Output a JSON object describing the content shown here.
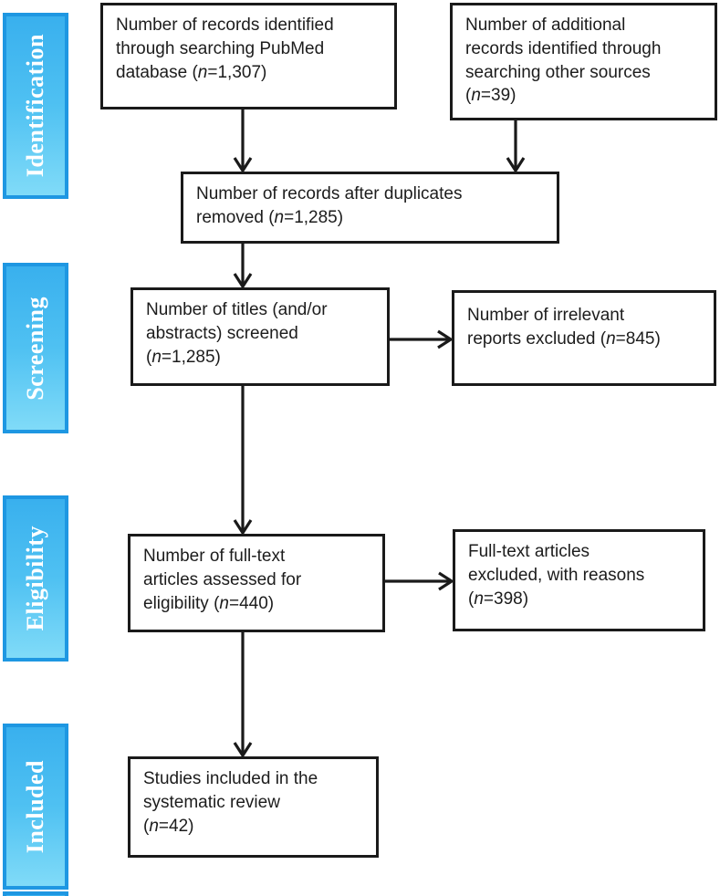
{
  "figure": {
    "kind": "prisma-flow-diagram"
  },
  "colors": {
    "stage_border": "#1e97e2",
    "stage_gradient_top": "#39b0ee",
    "stage_gradient_bottom": "#80dbf8",
    "box_border": "#1a1a1a",
    "text": "#1c1c1c",
    "arrow": "#1a1a1a",
    "stage_text": "#ffffff"
  },
  "stages": [
    {
      "label": "Identification"
    },
    {
      "label": "Screening"
    },
    {
      "label": "Eligibility"
    },
    {
      "label": "Included"
    }
  ],
  "boxes": [
    {
      "name": "records-identified",
      "text": "Number of records identified\nthrough searching PubMed\ndatabase (*n*=1,307)"
    },
    {
      "name": "additional-records",
      "text": "Number of additional\nrecords identified through\nsearching other sources\n(*n*=39)"
    },
    {
      "name": "after-duplicates",
      "text": "Number of records after duplicates\nremoved (*n*=1,285)"
    },
    {
      "name": "titles-screened",
      "text": "Number of titles (and/or\nabstracts) screened\n(*n*=1,285)"
    },
    {
      "name": "irrelevant-excluded",
      "text": "Number of irrelevant\nreports excluded (*n*=845)"
    },
    {
      "name": "fulltext-assessed",
      "text": "Number of full-text\narticles assessed for\neligibility (*n*=440)"
    },
    {
      "name": "fulltext-excluded",
      "text": "Full-text articles\nexcluded, with reasons\n(*n*=398)"
    },
    {
      "name": "studies-included",
      "text": "Studies included in the\nsystematic review\n(*n*=42)"
    }
  ],
  "counts": {
    "identified": "1,307",
    "additional_sources": "39",
    "after_duplicates": "1,285",
    "screened": "1,285",
    "irrelevant_excluded": "845",
    "fulltext_assessed": "440",
    "fulltext_excluded": "398",
    "included": "42"
  }
}
